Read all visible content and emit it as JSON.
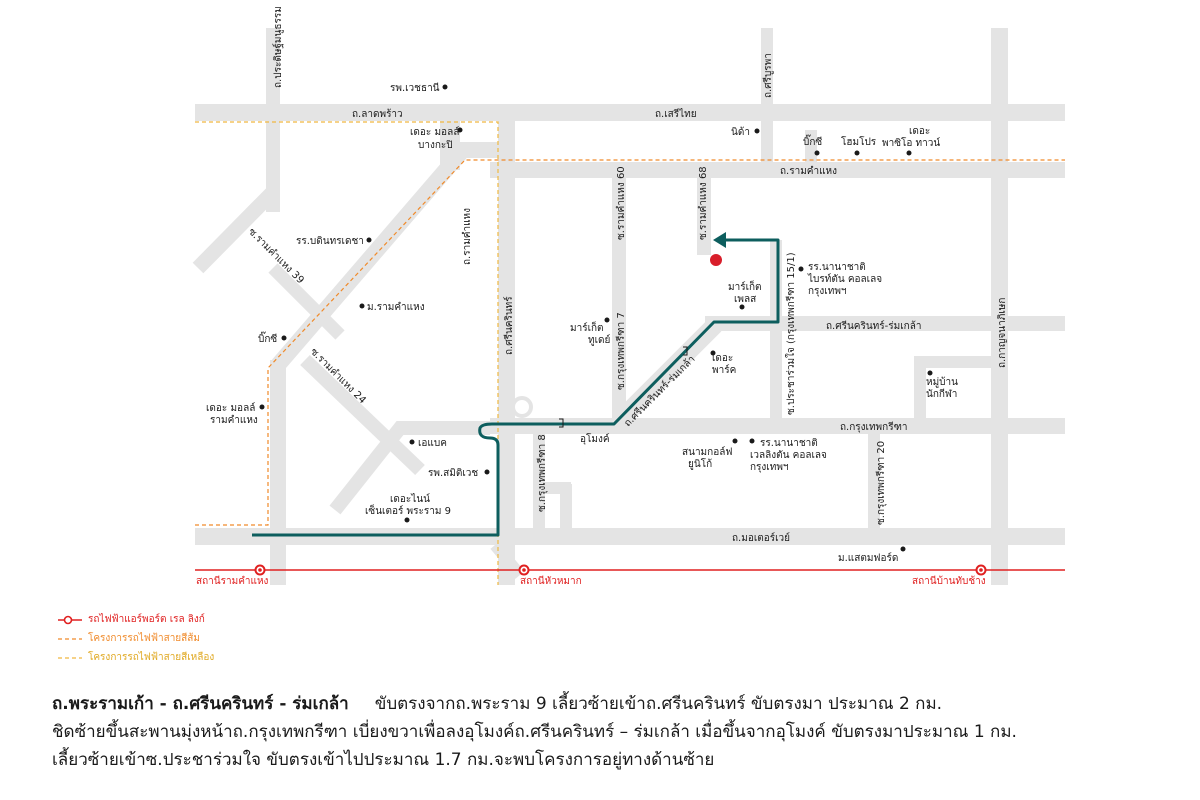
{
  "roads": {
    "pracha_uthit": "ถ.ประดิษฐ์มนูธรรม",
    "lat_phrao": "ถ.ลาดพร้าว",
    "seri_thai": "ถ.เสรีไทย",
    "sri_burapha": "ถ.ศรีบูรพา",
    "ramkhamhaeng": "ถ.รามคำแหง",
    "soi_ram_39": "ซ.รามคำแหง 39",
    "soi_ram_24": "ซ.รามคำแหง 24",
    "ramkhamhaeng_v": "ถ.รามคำแหง",
    "srinakarin": "ถ.ศรีนครินทร์",
    "soi_ram_60": "ซ.รามคำแหง 60",
    "soi_ram_68": "ซ.รามคำแหง 68",
    "soi_kt7": "ซ.กรุงเทพกรีฑา 7",
    "soi_kt8": "ซ.กรุงเทพกรีฑา 8",
    "soi_kt20": "ซ.กรุงเทพกรีฑา 20",
    "soi_pracha": "ซ.ประชาร่วมใจ (กรุงเทพกรีฑา 15/1)",
    "srinakarin_romklao": "ถ.ศรีนครินทร์-ร่มเกล้า",
    "srinakarin_romklao_diag": "ถ.ศรีนครินทร์-ร่มเกล้า",
    "krungthep_kreetha": "ถ.กรุงเทพกรีฑา",
    "motorway": "ถ.มอเตอร์เวย์",
    "kanchanapisek": "ถ.กาญจนาภิเษก"
  },
  "places": {
    "vejthani": "รพ.เวชธานี",
    "mall_bangkapi": [
      "เดอะ มอลล์",
      "บางกะปิ"
    ],
    "nida": "นิด้า",
    "bigc_top": "บิ๊กซี",
    "homepro": "โฮมโปร",
    "paseo": [
      "เดอะ",
      "พาซิโอ ทาวน์"
    ],
    "bodindecha": "รร.บดินทรเดชา",
    "ramu": "ม.รามคำแหง",
    "bigc_left": "บิ๊กซี",
    "mall_ram": [
      "เดอะ มอลล์",
      "รามคำแหง"
    ],
    "abac": "เอแบค",
    "samitivej": "รพ.สมิติเวช",
    "nine": [
      "เดอะไนน์",
      "เซ็นเตอร์ พระราม 9"
    ],
    "market_tudae": [
      "มาร์เก็ต",
      "ทูเดย์"
    ],
    "market_place": [
      "มาร์เก็ต",
      "เพลส"
    ],
    "the_park": [
      "เดอะ",
      "พาร์ค"
    ],
    "bristol": [
      "รร.นานาชาติ",
      "ไบรท์ตัน คอลเลจ",
      "กรุงเทพฯ"
    ],
    "moo_baan": [
      "หมู่บ้าน",
      "นักกีฬา"
    ],
    "unico": [
      "สนามกอล์ฟ",
      "ยูนิโก้"
    ],
    "wellington": [
      "รร.นานาชาติ",
      "เวลลิงตัน คอลเลจ",
      "กรุงเทพฯ"
    ],
    "tunnel": "อุโมงค์",
    "stamford": "ม.แสตมฟอร์ด"
  },
  "stations": {
    "ramkhamhaeng": "สถานีรามคำแหง",
    "hua_mak": "สถานีหัวหมาก",
    "ban_thap_chang": "สถานีบ้านทับช้าง"
  },
  "legend": {
    "airport_link": "รถไฟฟ้าแอร์พอร์ต เรล ลิงก์",
    "orange_line": "โครงการรถไฟฟ้าสายสีส้ม",
    "yellow_line": "โครงการรถไฟฟ้าสายสีเหลือง"
  },
  "description": {
    "title": "ถ.พระรามเก้า - ถ.ศรีนครินทร์ - ร่มเกล้า",
    "line1": "ขับตรงจากถ.พระราม 9 เลี้ยวซ้ายเข้าถ.ศรีนครินทร์ ขับตรงมา ประมาณ 2 กม.",
    "line2": "ชิดซ้ายขึ้นสะพานมุ่งหน้าถ.กรุงเทพกรีฑา   เบี่ยงขวาเพื่อลงอุโมงค์ถ.ศรีนครินทร์ – ร่มเกล้า เมื่อขึ้นจากอุโมงค์ ขับตรงมาประมาณ 1 กม.",
    "line3": "เลี้ยวซ้ายเข้าซ.ประชาร่วมใจ  ขับตรงเข้าไปประมาณ 1.7 กม.จะพบโครงการอยู่ทางด้านซ้าย"
  },
  "colors": {
    "road": "#e4e4e4",
    "route": "#0d5e5e",
    "airport_link": "#e02020",
    "orange_line": "#f08a2a",
    "yellow_line": "#f0b840",
    "project_dot": "#d81e2a"
  }
}
